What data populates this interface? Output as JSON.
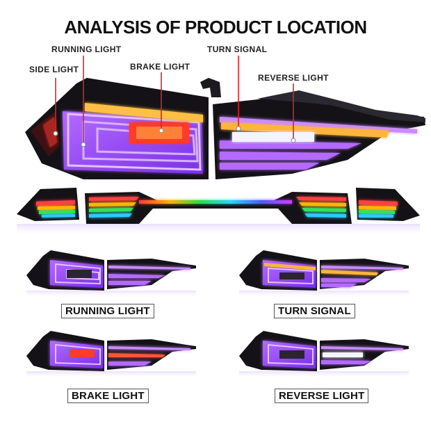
{
  "title": "ANALYSIS OF PRODUCT LOCATION",
  "callouts": {
    "running_light": "RUNNING LIGHT",
    "turn_signal": "TURN SIGNAL",
    "side_light": "SIDE LIGHT",
    "brake_light": "BRAKE LIGHT",
    "reverse_light": "REVERSE LIGHT"
  },
  "modes": [
    {
      "label": "RUNNING LIGHT"
    },
    {
      "label": "TURN SIGNAL"
    },
    {
      "label": "BRAKE LIGHT"
    },
    {
      "label": "REVERSE LIGHT"
    }
  ],
  "colors": {
    "housing": "#141216",
    "glow_purple": "#9b45ff",
    "glow_light": "#d6a4ff",
    "amber": "#ffb43a",
    "brake_red": "#ff3a2a",
    "reverse_white": "#f4f4ff",
    "leader_red": "#e02020"
  }
}
